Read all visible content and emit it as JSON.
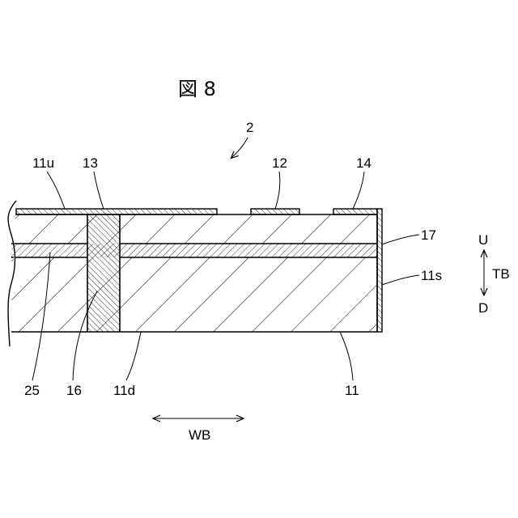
{
  "figure": {
    "title": "図 8",
    "ref_number": "2"
  },
  "labels": {
    "l_11u": "11u",
    "l_13": "13",
    "l_12": "12",
    "l_14": "14",
    "l_17": "17",
    "l_11s": "11s",
    "l_25": "25",
    "l_16": "16",
    "l_11d": "11d",
    "l_11": "11"
  },
  "orientation": {
    "up": "U",
    "down": "D",
    "thickness": "TB",
    "width": "WB"
  },
  "colors": {
    "line": "#000000",
    "background": "#ffffff"
  }
}
